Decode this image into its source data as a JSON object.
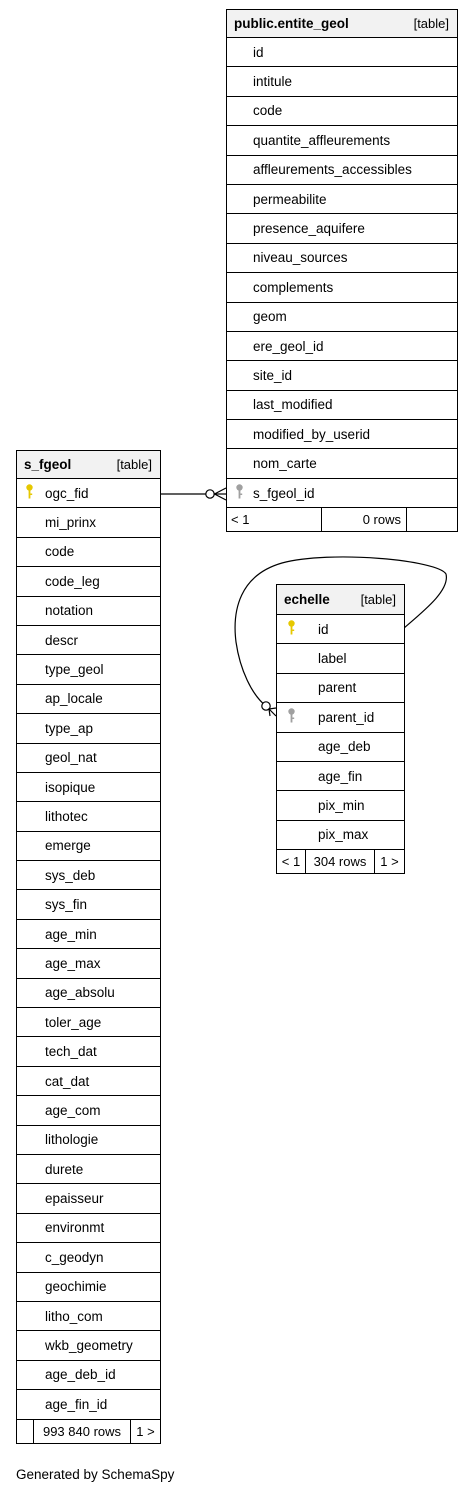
{
  "diagram": {
    "generated_by": "Generated by SchemaSpy",
    "tables": {
      "entite_geol": {
        "name": "public.entite_geol",
        "kind": "[table]",
        "columns": [
          "id",
          "intitule",
          "code",
          "quantite_affleurements",
          "affleurements_accessibles",
          "permeabilite",
          "presence_aquifere",
          "niveau_sources",
          "complements",
          "geom",
          "ere_geol_id",
          "site_id",
          "last_modified",
          "modified_by_userid",
          "nom_carte",
          "s_fgeol_id"
        ],
        "foreign_key_column": "s_fgeol_id",
        "footer": {
          "parents": "< 1",
          "rows": "0 rows",
          "children": ""
        }
      },
      "s_fgeol": {
        "name": "s_fgeol",
        "kind": "[table]",
        "columns": [
          "ogc_fid",
          "mi_prinx",
          "code",
          "code_leg",
          "notation",
          "descr",
          "type_geol",
          "ap_locale",
          "type_ap",
          "geol_nat",
          "isopique",
          "lithotec",
          "emerge",
          "sys_deb",
          "sys_fin",
          "age_min",
          "age_max",
          "age_absolu",
          "toler_age",
          "tech_dat",
          "cat_dat",
          "age_com",
          "lithologie",
          "durete",
          "epaisseur",
          "environmt",
          "c_geodyn",
          "geochimie",
          "litho_com",
          "wkb_geometry",
          "age_deb_id",
          "age_fin_id"
        ],
        "primary_key_column": "ogc_fid",
        "footer": {
          "parents": "",
          "rows": "993 840 rows",
          "children": "1 >"
        }
      },
      "echelle": {
        "name": "echelle",
        "kind": "[table]",
        "columns": [
          "id",
          "label",
          "parent",
          "parent_id",
          "age_deb",
          "age_fin",
          "pix_min",
          "pix_max"
        ],
        "primary_key_column": "id",
        "foreign_key_column": "parent_id",
        "footer": {
          "parents": "< 1",
          "rows": "304 rows",
          "children": "1 >"
        }
      }
    },
    "colors": {
      "primary_key": "#e6c800",
      "foreign_key": "#a0a0a0",
      "header_bg": "#f2f2f2",
      "border": "#000000"
    },
    "relationships": [
      {
        "from": "entite_geol.s_fgeol_id",
        "to": "s_fgeol.ogc_fid"
      },
      {
        "from": "echelle.parent_id",
        "to": "echelle.id"
      }
    ]
  }
}
